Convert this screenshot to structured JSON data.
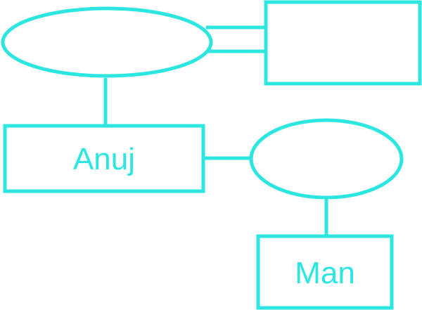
{
  "diagram": {
    "stroke_color": "#2ee6e0",
    "nodes": {
      "top_ellipse": {
        "shape": "ellipse",
        "label": ""
      },
      "top_right_box": {
        "shape": "rectangle",
        "label": ""
      },
      "anuj_box": {
        "shape": "rectangle",
        "label": "Anuj"
      },
      "middle_ellipse": {
        "shape": "ellipse",
        "label": ""
      },
      "man_box": {
        "shape": "rectangle",
        "label": "Man"
      }
    },
    "edges": [
      {
        "from": "top_ellipse",
        "to": "top_right_box",
        "style": "double"
      },
      {
        "from": "top_ellipse",
        "to": "anuj_box",
        "style": "single"
      },
      {
        "from": "anuj_box",
        "to": "middle_ellipse",
        "style": "single"
      },
      {
        "from": "middle_ellipse",
        "to": "man_box",
        "style": "single"
      }
    ]
  }
}
